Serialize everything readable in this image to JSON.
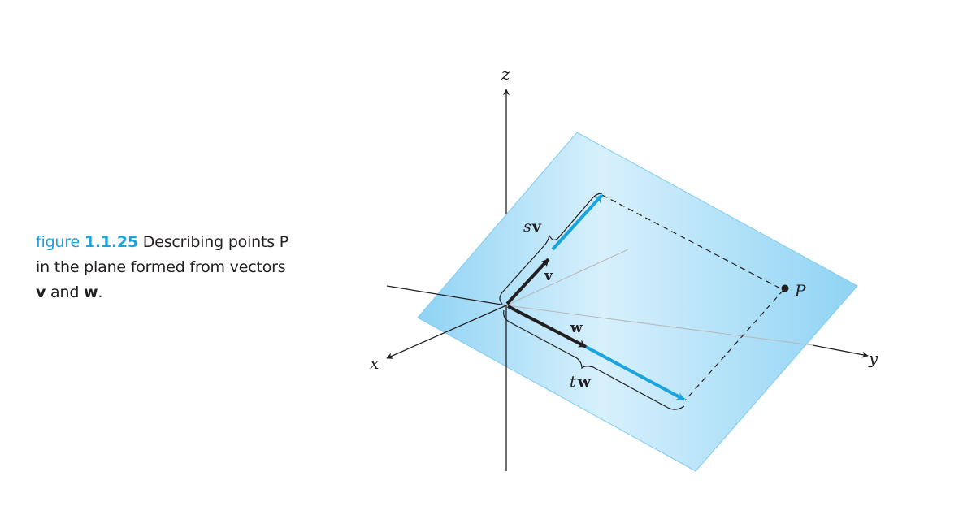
{
  "caption": {
    "figure_word": "figure",
    "figure_number": "1.1.25",
    "text_part1": "Describing points P",
    "text_part2": "in the plane formed from vectors",
    "vector_v": "v",
    "text_and": "and",
    "vector_w": "w",
    "period": "."
  },
  "diagram": {
    "axis_labels": {
      "x": "x",
      "y": "y",
      "z": "z"
    },
    "vector_labels": {
      "v": "v",
      "w": "w",
      "sv_s": "s",
      "sv_v": "v",
      "tw_t": "t",
      "tw_w": "w"
    },
    "point_label": "P"
  },
  "colors": {
    "accent": "#1aa3dc",
    "plane_dark": "#8fd3f4",
    "plane_light": "#d7f0fc",
    "text": "#231f20"
  }
}
